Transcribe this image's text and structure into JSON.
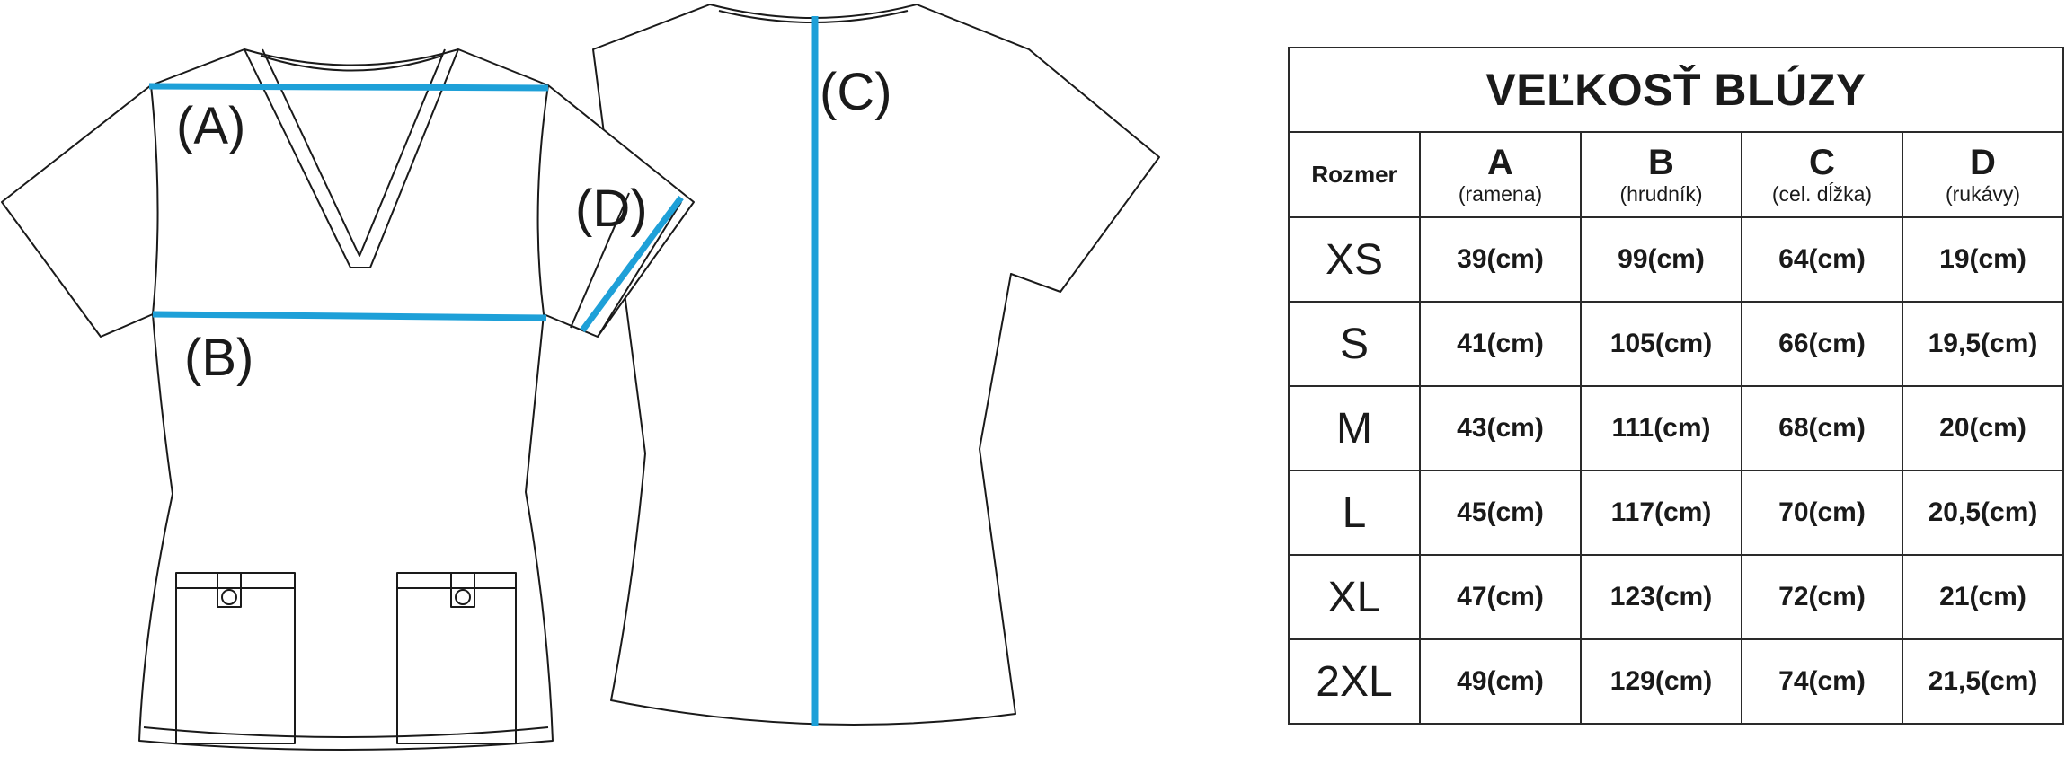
{
  "diagram": {
    "labels": {
      "a": "(A)",
      "b": "(B)",
      "c": "(C)",
      "d": "(D)"
    },
    "colors": {
      "measure_line": "#1ea0d8",
      "outline": "#1a1a1a"
    }
  },
  "table": {
    "title": "VEĽKOSŤ BLÚZY",
    "size_header": "Rozmer",
    "columns": [
      {
        "letter": "A",
        "sub": "(ramena)"
      },
      {
        "letter": "B",
        "sub": "(hrudník)"
      },
      {
        "letter": "C",
        "sub": "(cel. dĺžka)"
      },
      {
        "letter": "D",
        "sub": "(rukávy)"
      }
    ],
    "rows": [
      {
        "size": "XS",
        "values": [
          "39(cm)",
          "99(cm)",
          "64(cm)",
          "19(cm)"
        ]
      },
      {
        "size": "S",
        "values": [
          "41(cm)",
          "105(cm)",
          "66(cm)",
          "19,5(cm)"
        ]
      },
      {
        "size": "M",
        "values": [
          "43(cm)",
          "111(cm)",
          "68(cm)",
          "20(cm)"
        ]
      },
      {
        "size": "L",
        "values": [
          "45(cm)",
          "117(cm)",
          "70(cm)",
          "20,5(cm)"
        ]
      },
      {
        "size": "XL",
        "values": [
          "47(cm)",
          "123(cm)",
          "72(cm)",
          "21(cm)"
        ]
      },
      {
        "size": "2XL",
        "values": [
          "49(cm)",
          "129(cm)",
          "74(cm)",
          "21,5(cm)"
        ]
      }
    ]
  }
}
